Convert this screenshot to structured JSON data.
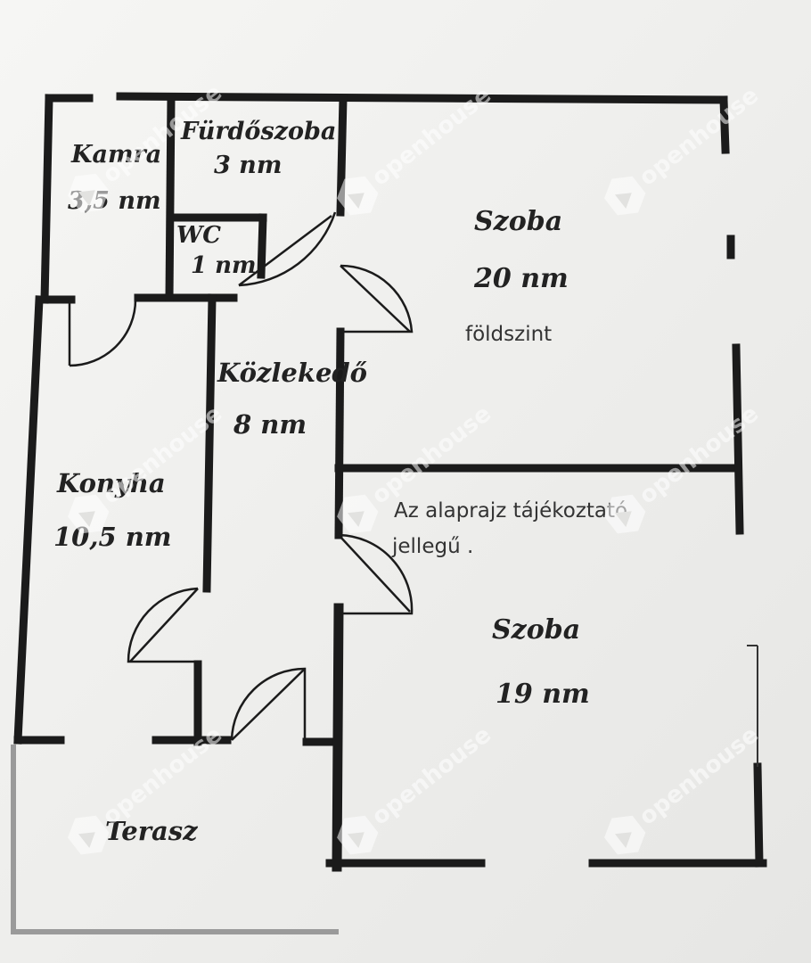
{
  "rooms": {
    "kamra": {
      "name": "Kamra",
      "area": "3,5 nm"
    },
    "furdoszoba": {
      "name": "Fürdőszoba",
      "area": "3 nm"
    },
    "wc": {
      "name": "WC",
      "area": "1 nm"
    },
    "szoba_top": {
      "name": "Szoba",
      "area": "20 nm"
    },
    "kozlekedo": {
      "name": "Közlekedő",
      "area": "8 nm"
    },
    "konyha": {
      "name": "Konyha",
      "area": "10,5 nm"
    },
    "szoba_bottom": {
      "name": "Szoba",
      "area": "19 nm"
    },
    "terasz": {
      "name": "Terasz"
    }
  },
  "notes": {
    "level": "földszint",
    "disclaimer_line1": "Az alaprajz tájékoztató",
    "disclaimer_line2": "jellegű ."
  },
  "watermark": {
    "text": "openhouse"
  },
  "colors": {
    "wall": "#1b1b1b",
    "paper": "#f3f3f1",
    "background": "#e9e9e7"
  }
}
